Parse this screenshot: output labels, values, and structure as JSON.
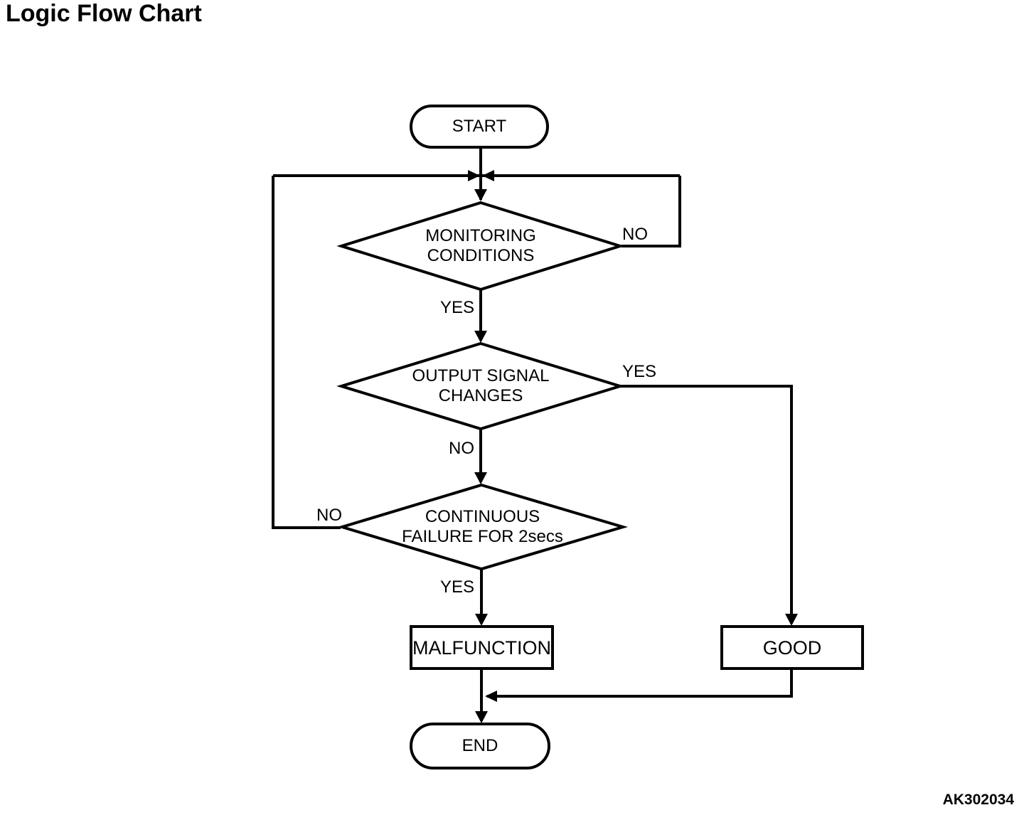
{
  "title": "Logic Flow Chart",
  "figure_code": "AK302034",
  "colors": {
    "ink": "#000000",
    "background": "#ffffff"
  },
  "flowchart": {
    "start": {
      "label": "START"
    },
    "decision_monitoring": {
      "line1": "MONITORING",
      "line2": "CONDITIONS",
      "branch_no": "NO",
      "branch_yes": "YES"
    },
    "decision_output": {
      "line1": "OUTPUT SIGNAL",
      "line2": "CHANGES",
      "branch_yes": "YES",
      "branch_no": "NO"
    },
    "decision_continuous": {
      "line1": "CONTINUOUS",
      "line2": "FAILURE FOR 2secs",
      "branch_no": "NO",
      "branch_yes": "YES"
    },
    "malfunction": {
      "label": "MALFUNCTION"
    },
    "good": {
      "label": "GOOD"
    },
    "end": {
      "label": "END"
    }
  }
}
